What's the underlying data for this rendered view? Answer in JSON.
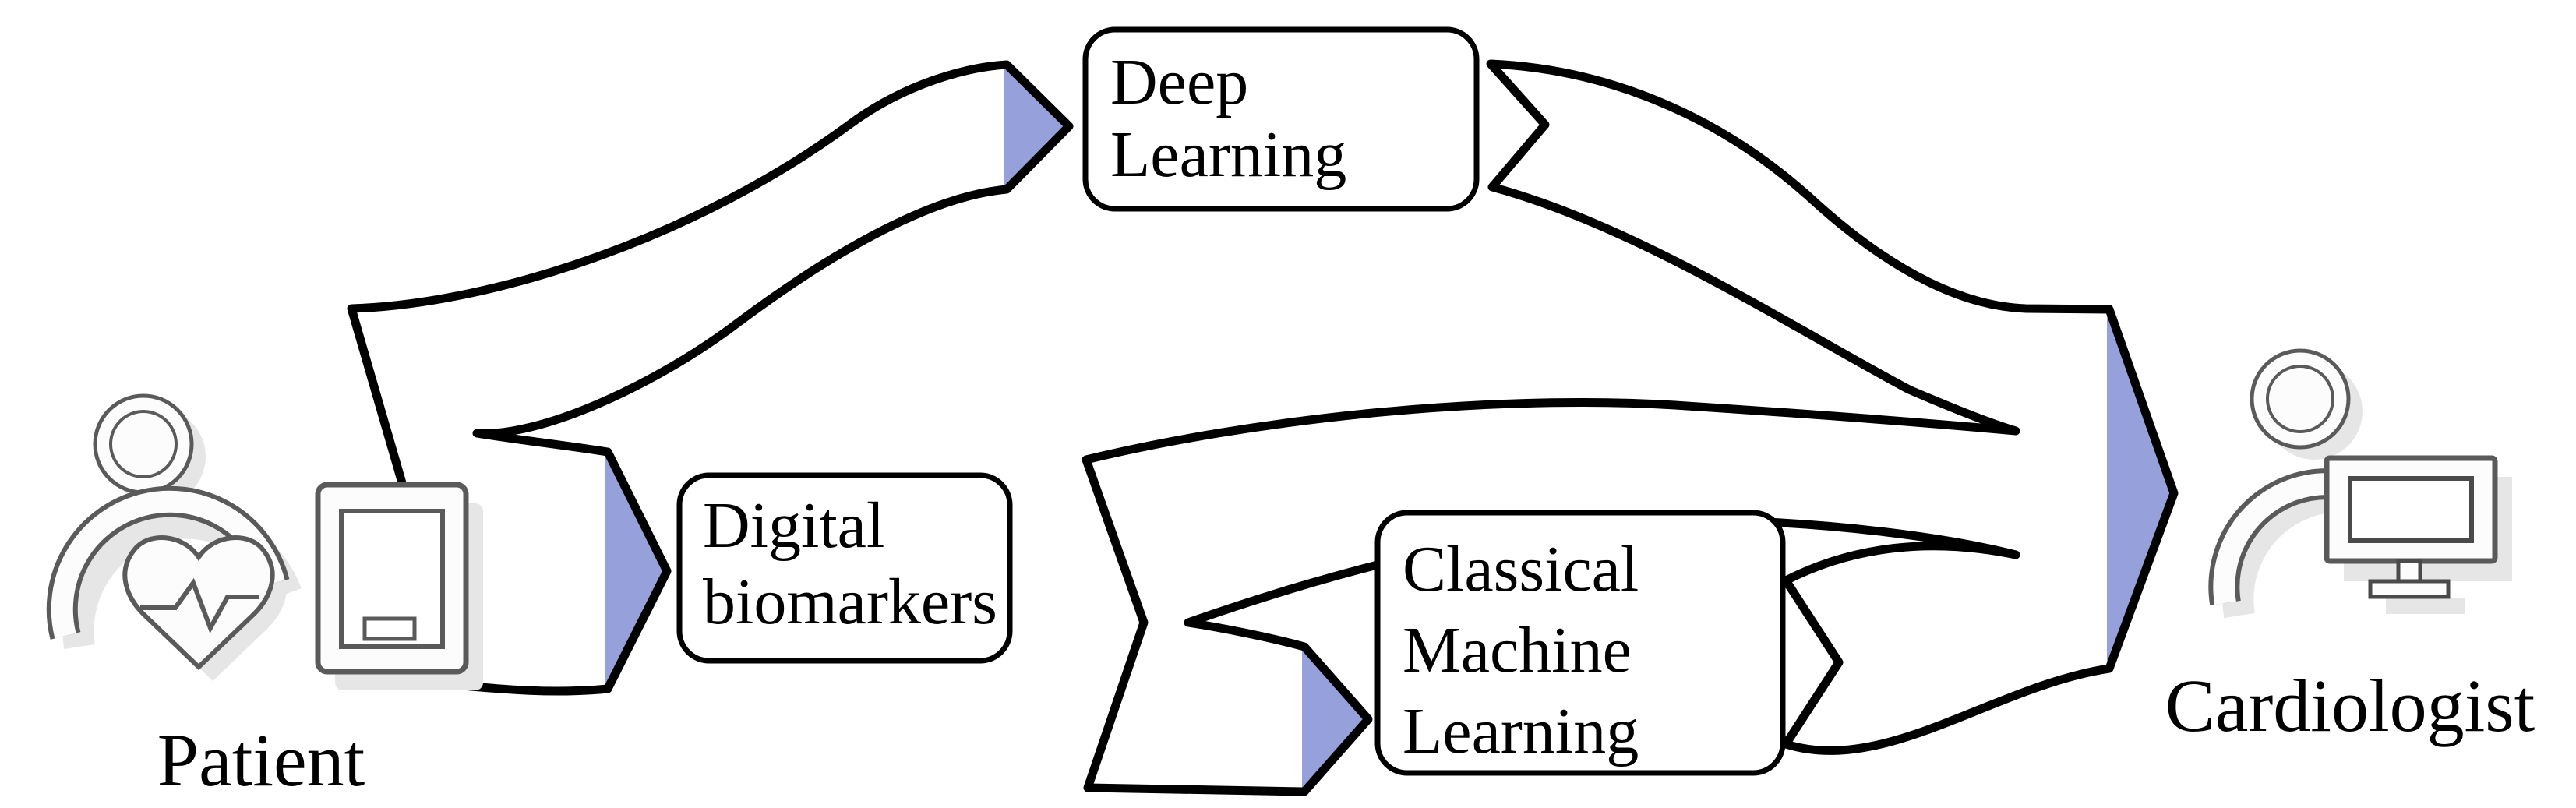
{
  "figure": {
    "background_color": "#ffffff",
    "accent_color": "#96a0da",
    "line_color": "#000000",
    "icon_outline_color": "#5a5a5a",
    "nodes": {
      "patient": {
        "label": "Patient"
      },
      "deep_learning": {
        "lines": [
          "Deep",
          "Learning"
        ]
      },
      "digital_biomarkers": {
        "lines": [
          "Digital",
          "biomarkers"
        ]
      },
      "classical_machine_learning": {
        "lines": [
          "Classical",
          "Machine",
          "Learning"
        ]
      },
      "cardiologist": {
        "label": "Cardiologist"
      }
    },
    "icons": {
      "patient": [
        "person-icon",
        "heart-pulse-icon",
        "smartphone-icon"
      ],
      "cardiologist": [
        "person-icon",
        "monitor-icon"
      ]
    },
    "edges": [
      {
        "from": "Patient",
        "to": "Deep Learning"
      },
      {
        "from": "Patient",
        "to": "Digital biomarkers"
      },
      {
        "from": "Digital biomarkers",
        "to": "Classical Machine Learning"
      },
      {
        "from": "Digital biomarkers",
        "to": "Cardiologist"
      },
      {
        "from": "Deep Learning",
        "to": "Cardiologist"
      },
      {
        "from": "Classical Machine Learning",
        "to": "Cardiologist"
      }
    ]
  }
}
